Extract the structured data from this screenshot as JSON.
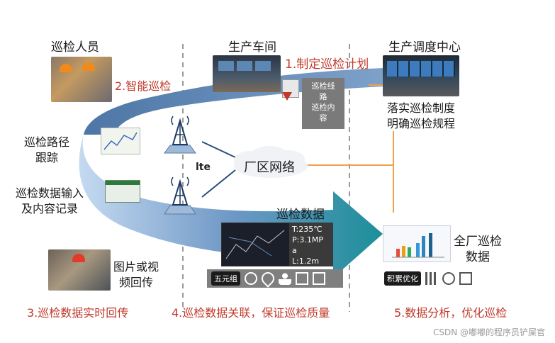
{
  "columns": {
    "inspector": "巡检人员",
    "workshop": "生产车间",
    "dispatch": "生产调度中心"
  },
  "steps": {
    "s1": "1.制定巡检计划",
    "s2": "2.智能巡检",
    "s3": "3.巡检数据实时回传",
    "s4": "4.巡检数据关联，保证巡检质量",
    "s5": "5.数据分析，优化巡检"
  },
  "route_box": [
    "巡检线",
    "路",
    "巡检内",
    "容"
  ],
  "dispatch_text": [
    "落实巡检制度",
    "明确巡检规程"
  ],
  "left_labels": {
    "tracking": [
      "巡检路径",
      "跟踪"
    ],
    "data_entry": [
      "巡检数据输入",
      "及内容记录"
    ],
    "media": [
      "图片或视",
      "频回传"
    ]
  },
  "network": "厂区网络",
  "lte": "lte",
  "data_flow": "巡检数据",
  "readings": [
    "T:235℃",
    "P:3.1MP",
    "a",
    "L:1.2m"
  ],
  "analysis": [
    "全厂巡检",
    "数据"
  ],
  "five_tag": "五元组",
  "result_tag": "积累优化",
  "watermark": "CSDN @嘟嘟的程序员铲屎官",
  "colors": {
    "arrow_start": "#a9c6e8",
    "arrow_mid": "#5b86b8",
    "arrow_end": "#1a9aa0",
    "accent_red": "#c0392b",
    "link_orange": "#f2a04a"
  }
}
